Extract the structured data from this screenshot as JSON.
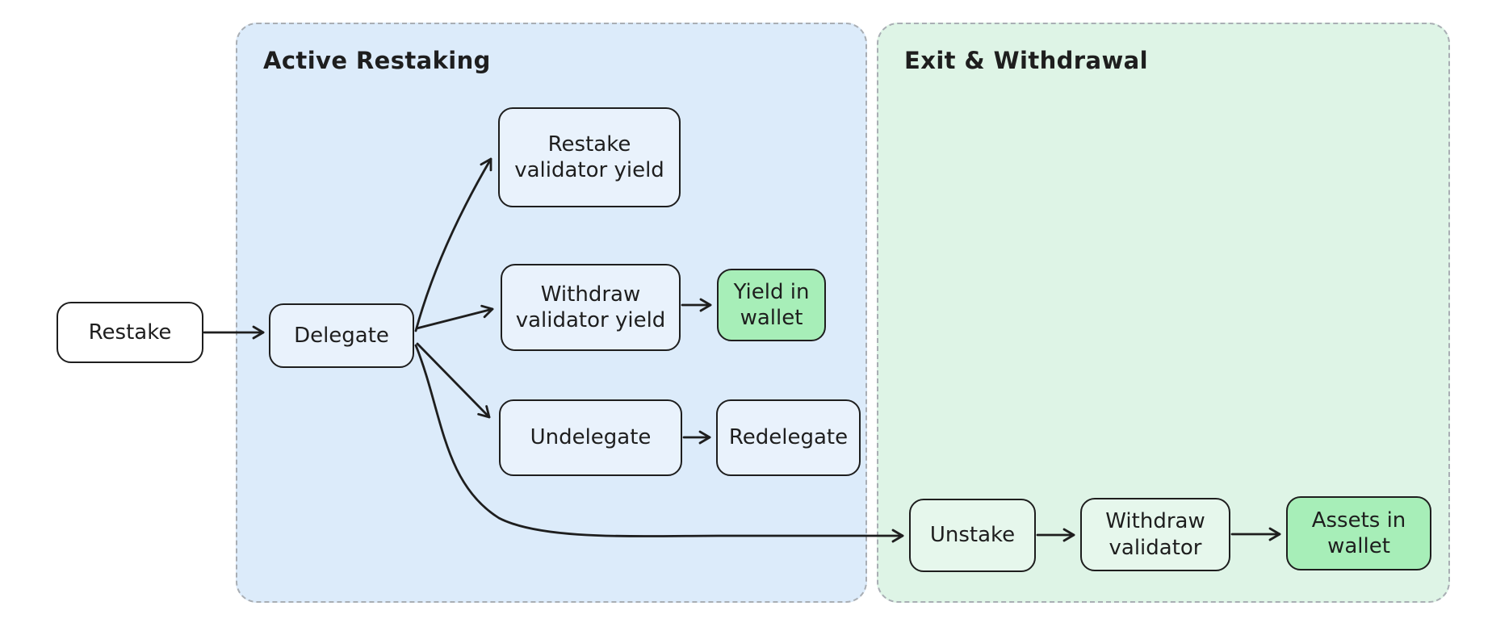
{
  "groups": {
    "active": {
      "label": "Active Restaking"
    },
    "exit": {
      "label": "Exit & Withdrawal"
    }
  },
  "nodes": {
    "restake": {
      "label": "Restake"
    },
    "delegate": {
      "label": "Delegate"
    },
    "restake_validator_yield": {
      "label": "Restake\nvalidator yield"
    },
    "withdraw_validator_yield": {
      "label": "Withdraw\nvalidator yield"
    },
    "yield_in_wallet": {
      "label": "Yield in\nwallet"
    },
    "undelegate": {
      "label": "Undelegate"
    },
    "redelegate": {
      "label": "Redelegate"
    },
    "unstake": {
      "label": "Unstake"
    },
    "withdraw_validator": {
      "label": "Withdraw\nvalidator"
    },
    "assets_in_wallet": {
      "label": "Assets in\nwallet"
    }
  },
  "edges": [
    {
      "from": "restake",
      "to": "delegate"
    },
    {
      "from": "delegate",
      "to": "restake_validator_yield"
    },
    {
      "from": "delegate",
      "to": "withdraw_validator_yield"
    },
    {
      "from": "delegate",
      "to": "undelegate"
    },
    {
      "from": "delegate",
      "to": "unstake"
    },
    {
      "from": "withdraw_validator_yield",
      "to": "yield_in_wallet"
    },
    {
      "from": "undelegate",
      "to": "redelegate"
    },
    {
      "from": "unstake",
      "to": "withdraw_validator"
    },
    {
      "from": "withdraw_validator",
      "to": "assets_in_wallet"
    }
  ],
  "colors": {
    "canvas-bg": "#ffffff",
    "group-blue-fill": "#dcebfa",
    "group-green-fill": "#def4e6",
    "node-blue-fill": "#e9f2fc",
    "node-green-fill": "#e6f7ec",
    "node-bright-green-fill": "#a7eeb8",
    "node-white-fill": "#ffffff",
    "stroke": "#1e1e1e",
    "group-border": "#a9aeb4",
    "text": "#1e1e1e"
  }
}
